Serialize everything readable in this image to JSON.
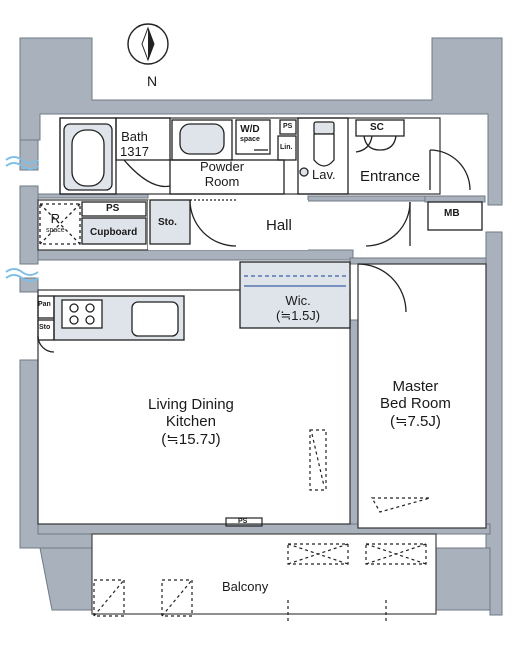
{
  "compass": {
    "label": "N"
  },
  "rooms": {
    "bath": "Bath",
    "bath_size": "1317",
    "powder_room_line1": "Powder",
    "powder_room_line2": "Room",
    "wd": "W/D",
    "wd_space": "space",
    "ps_top": "PS",
    "lin": "Lin.",
    "lav": "Lav.",
    "sc": "SC",
    "entrance": "Entrance",
    "mb": "MB",
    "r_space_r": "R",
    "r_space": "space",
    "ps_mid": "PS",
    "cupboard": "Cupboard",
    "sto_center": "Sto.",
    "hall": "Hall",
    "wic": "Wic.",
    "wic_size": "(≒1.5J)",
    "pan": "Pan",
    "sto_left": "Sto",
    "ldk_line1": "Living Dining",
    "ldk_line2": "Kitchen",
    "ldk_size": "(≒15.7J)",
    "master_line1": "Master",
    "master_line2": "Bed Room",
    "master_size": "(≒7.5J)",
    "ps_bottom": "PS",
    "balcony": "Balcony"
  },
  "colors": {
    "wall": "#a9b2bc",
    "wall_edge": "#6f7a86",
    "fixture_fill": "#dfe4ea",
    "accent_blue": "#3a5fa8",
    "wind_blue": "#7fbfe6"
  }
}
